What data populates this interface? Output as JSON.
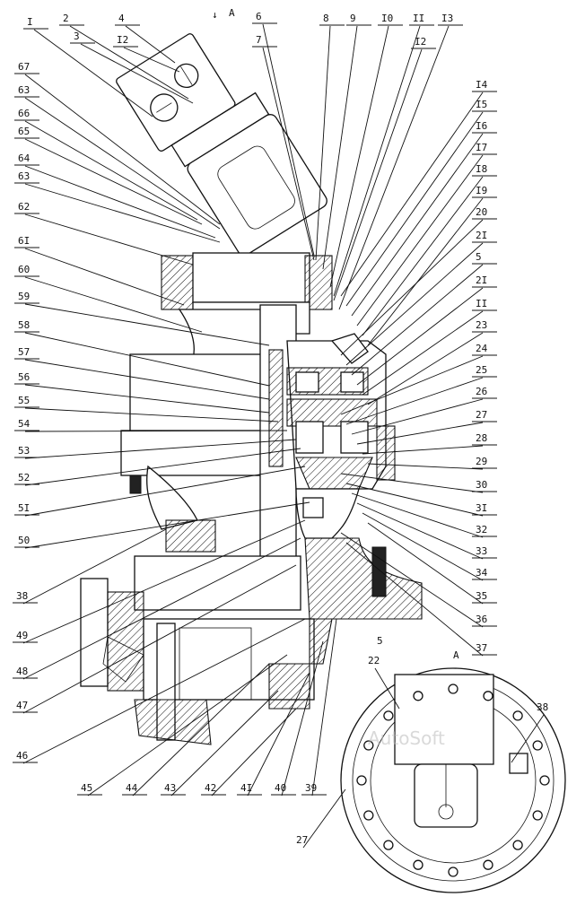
{
  "view_marker": "A",
  "inset_title": "A",
  "watermark": "AutoSoft",
  "callouts": {
    "top": [
      "I",
      "2",
      "3",
      "4",
      "I2",
      "6",
      "7",
      "8",
      "9",
      "I0",
      "II",
      "I2",
      "I3"
    ],
    "left": [
      "67",
      "63",
      "66",
      "65",
      "64",
      "63",
      "62",
      "6I",
      "60",
      "59",
      "58",
      "57",
      "56",
      "55",
      "54",
      "53",
      "52",
      "5I",
      "50",
      "38",
      "49",
      "48",
      "47",
      "46"
    ],
    "bottom": [
      "45",
      "44",
      "43",
      "42",
      "4I",
      "40",
      "39"
    ],
    "right": [
      "I4",
      "I5",
      "I6",
      "I7",
      "I8",
      "I9",
      "20",
      "2I",
      "5",
      "2I",
      "II",
      "23",
      "24",
      "25",
      "26",
      "27",
      "28",
      "29",
      "30",
      "3I",
      "32",
      "33",
      "34",
      "35",
      "36",
      "37"
    ],
    "inset": [
      "5",
      "22",
      "38",
      "27"
    ]
  }
}
